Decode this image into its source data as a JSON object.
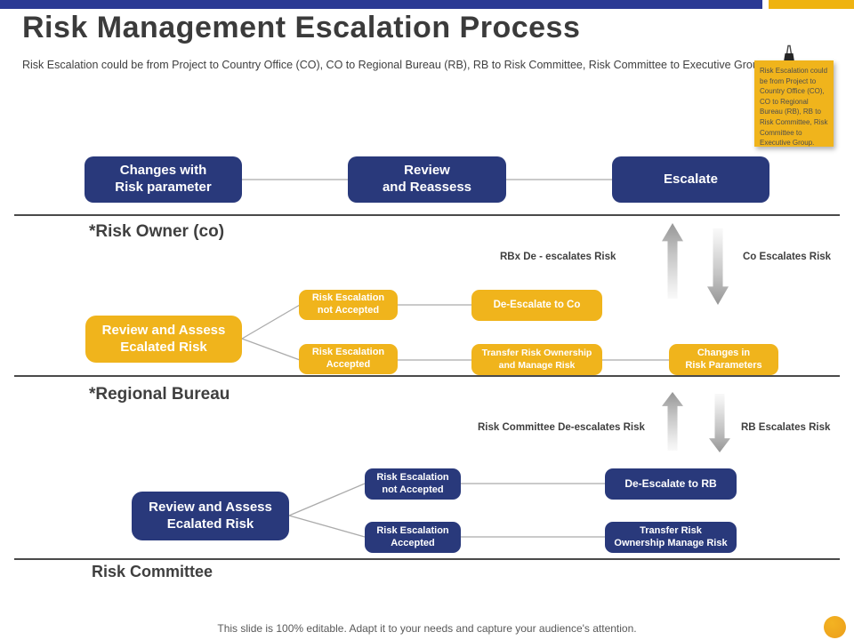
{
  "slide": {
    "title": "Risk Management Escalation Process",
    "subtitle": "Risk Escalation could be from Project to Country Office (CO), CO to Regional Bureau (RB), RB to Risk Committee, Risk Committee to Executive Group.",
    "footer": "This slide is 100% editable. Adapt it to your needs and capture your audience's attention."
  },
  "sticky_note": {
    "text": "Risk Escalation could be from Project to Country Office (CO), CO to Regional Bureau (RB), RB to Risk Committee, Risk Committee to Executive Group."
  },
  "top_flow": {
    "box1": "Changes with\nRisk parameter",
    "box2": "Review\nand Reassess",
    "box3": "Escalate"
  },
  "risk_owner": {
    "heading": "*Risk Owner (co)",
    "label_deescalate": "RBx De - escalates Risk",
    "label_escalate": "Co Escalates Risk",
    "review_box": "Review and Assess\nEcalated Risk",
    "not_accepted_box": "Risk Escalation\nnot Accepted",
    "accepted_box": "Risk Escalation\nAccepted",
    "deescalate_box": "De-Escalate to Co",
    "transfer_box": "Transfer Risk Ownership\nand Manage Risk",
    "changes_box": "Changes in\nRisk Parameters"
  },
  "regional_bureau": {
    "heading": "*Regional Bureau",
    "label_deescalate": "Risk Committee De-escalates Risk",
    "label_escalate": "RB Escalates Risk",
    "review_box": "Review and Assess\nEcalated Risk",
    "not_accepted_box": "Risk Escalation\nnot Accepted",
    "accepted_box": "Risk Escalation\nAccepted",
    "deescalate_box": "De-Escalate to RB",
    "transfer_box": "Transfer Risk\nOwnership Manage Risk"
  },
  "risk_committee": {
    "heading": "Risk Committee"
  },
  "colors": {
    "navy": "#29397B",
    "yellow": "#F0B41C",
    "bar_blue": "#2B3A94",
    "connector_gray": "#ABABAB",
    "text_dark": "#3F3F3F"
  }
}
